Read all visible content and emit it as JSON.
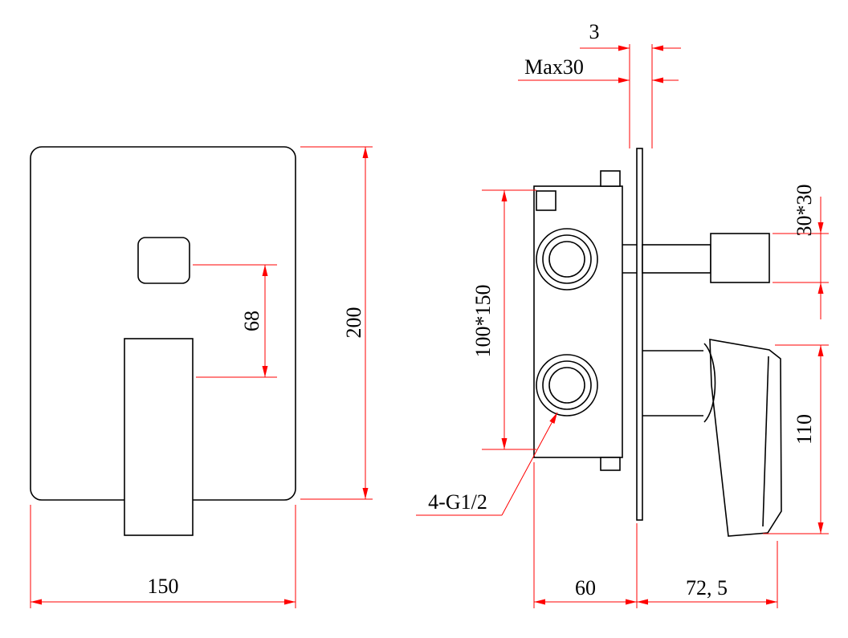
{
  "colors": {
    "outline": "#000000",
    "dimension": "#ff0000"
  },
  "front_view": {
    "dim_width": "150",
    "dim_height": "200",
    "dim_button_offset": "68"
  },
  "side_view": {
    "dim_plate_thickness": "3",
    "dim_max_wall_depth": "Max30",
    "dim_body_size": "100*150",
    "dim_outlet_size": "30*30",
    "dim_handle_length": "110",
    "label_connections": "4-G1/2",
    "dim_body_depth": "60",
    "dim_handle_depth": "72, 5"
  }
}
